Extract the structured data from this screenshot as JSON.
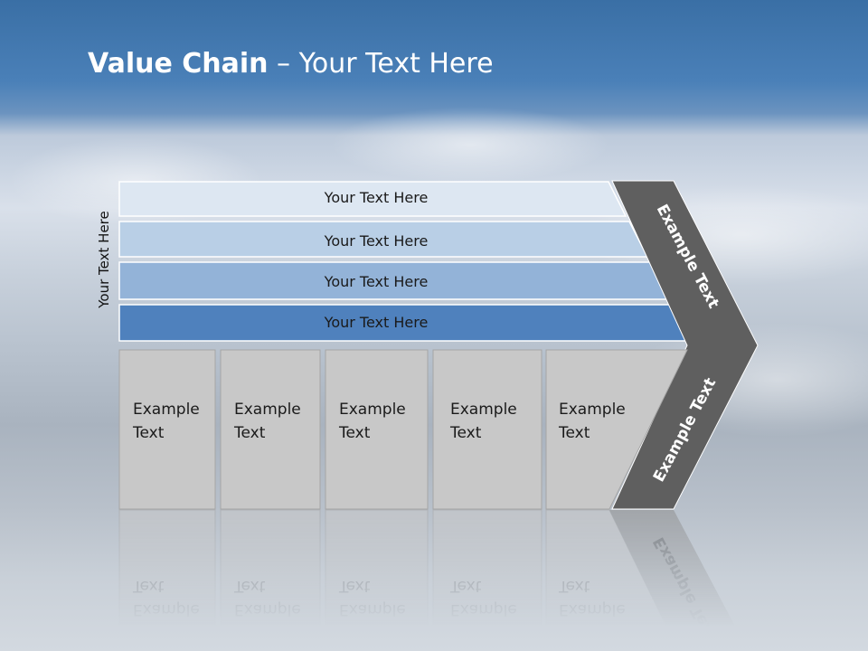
{
  "slide": {
    "title_bold": "Value Chain",
    "title_rest": " – Your Text Here",
    "side_label": "Your Text Here"
  },
  "bars": [
    {
      "label": "Your Text Here",
      "color": "#dde7f2"
    },
    {
      "label": "Your Text Here",
      "color": "#b9cfe6"
    },
    {
      "label": "Your Text Here",
      "color": "#93b3d8"
    },
    {
      "label": "Your Text Here",
      "color": "#4f81bd"
    }
  ],
  "boxes": [
    {
      "line1": "Example",
      "line2": "Text"
    },
    {
      "line1": "Example",
      "line2": "Text"
    },
    {
      "line1": "Example",
      "line2": "Text"
    },
    {
      "line1": "Example",
      "line2": "Text"
    },
    {
      "line1": "Example",
      "line2": "Text"
    }
  ],
  "chevron": {
    "upper_label": "Example Text",
    "lower_label": "Example Text",
    "color": "#5f5f5f"
  },
  "colors": {
    "box_fill": "#c8c8c8",
    "box_stroke": "#a6a6a6"
  }
}
